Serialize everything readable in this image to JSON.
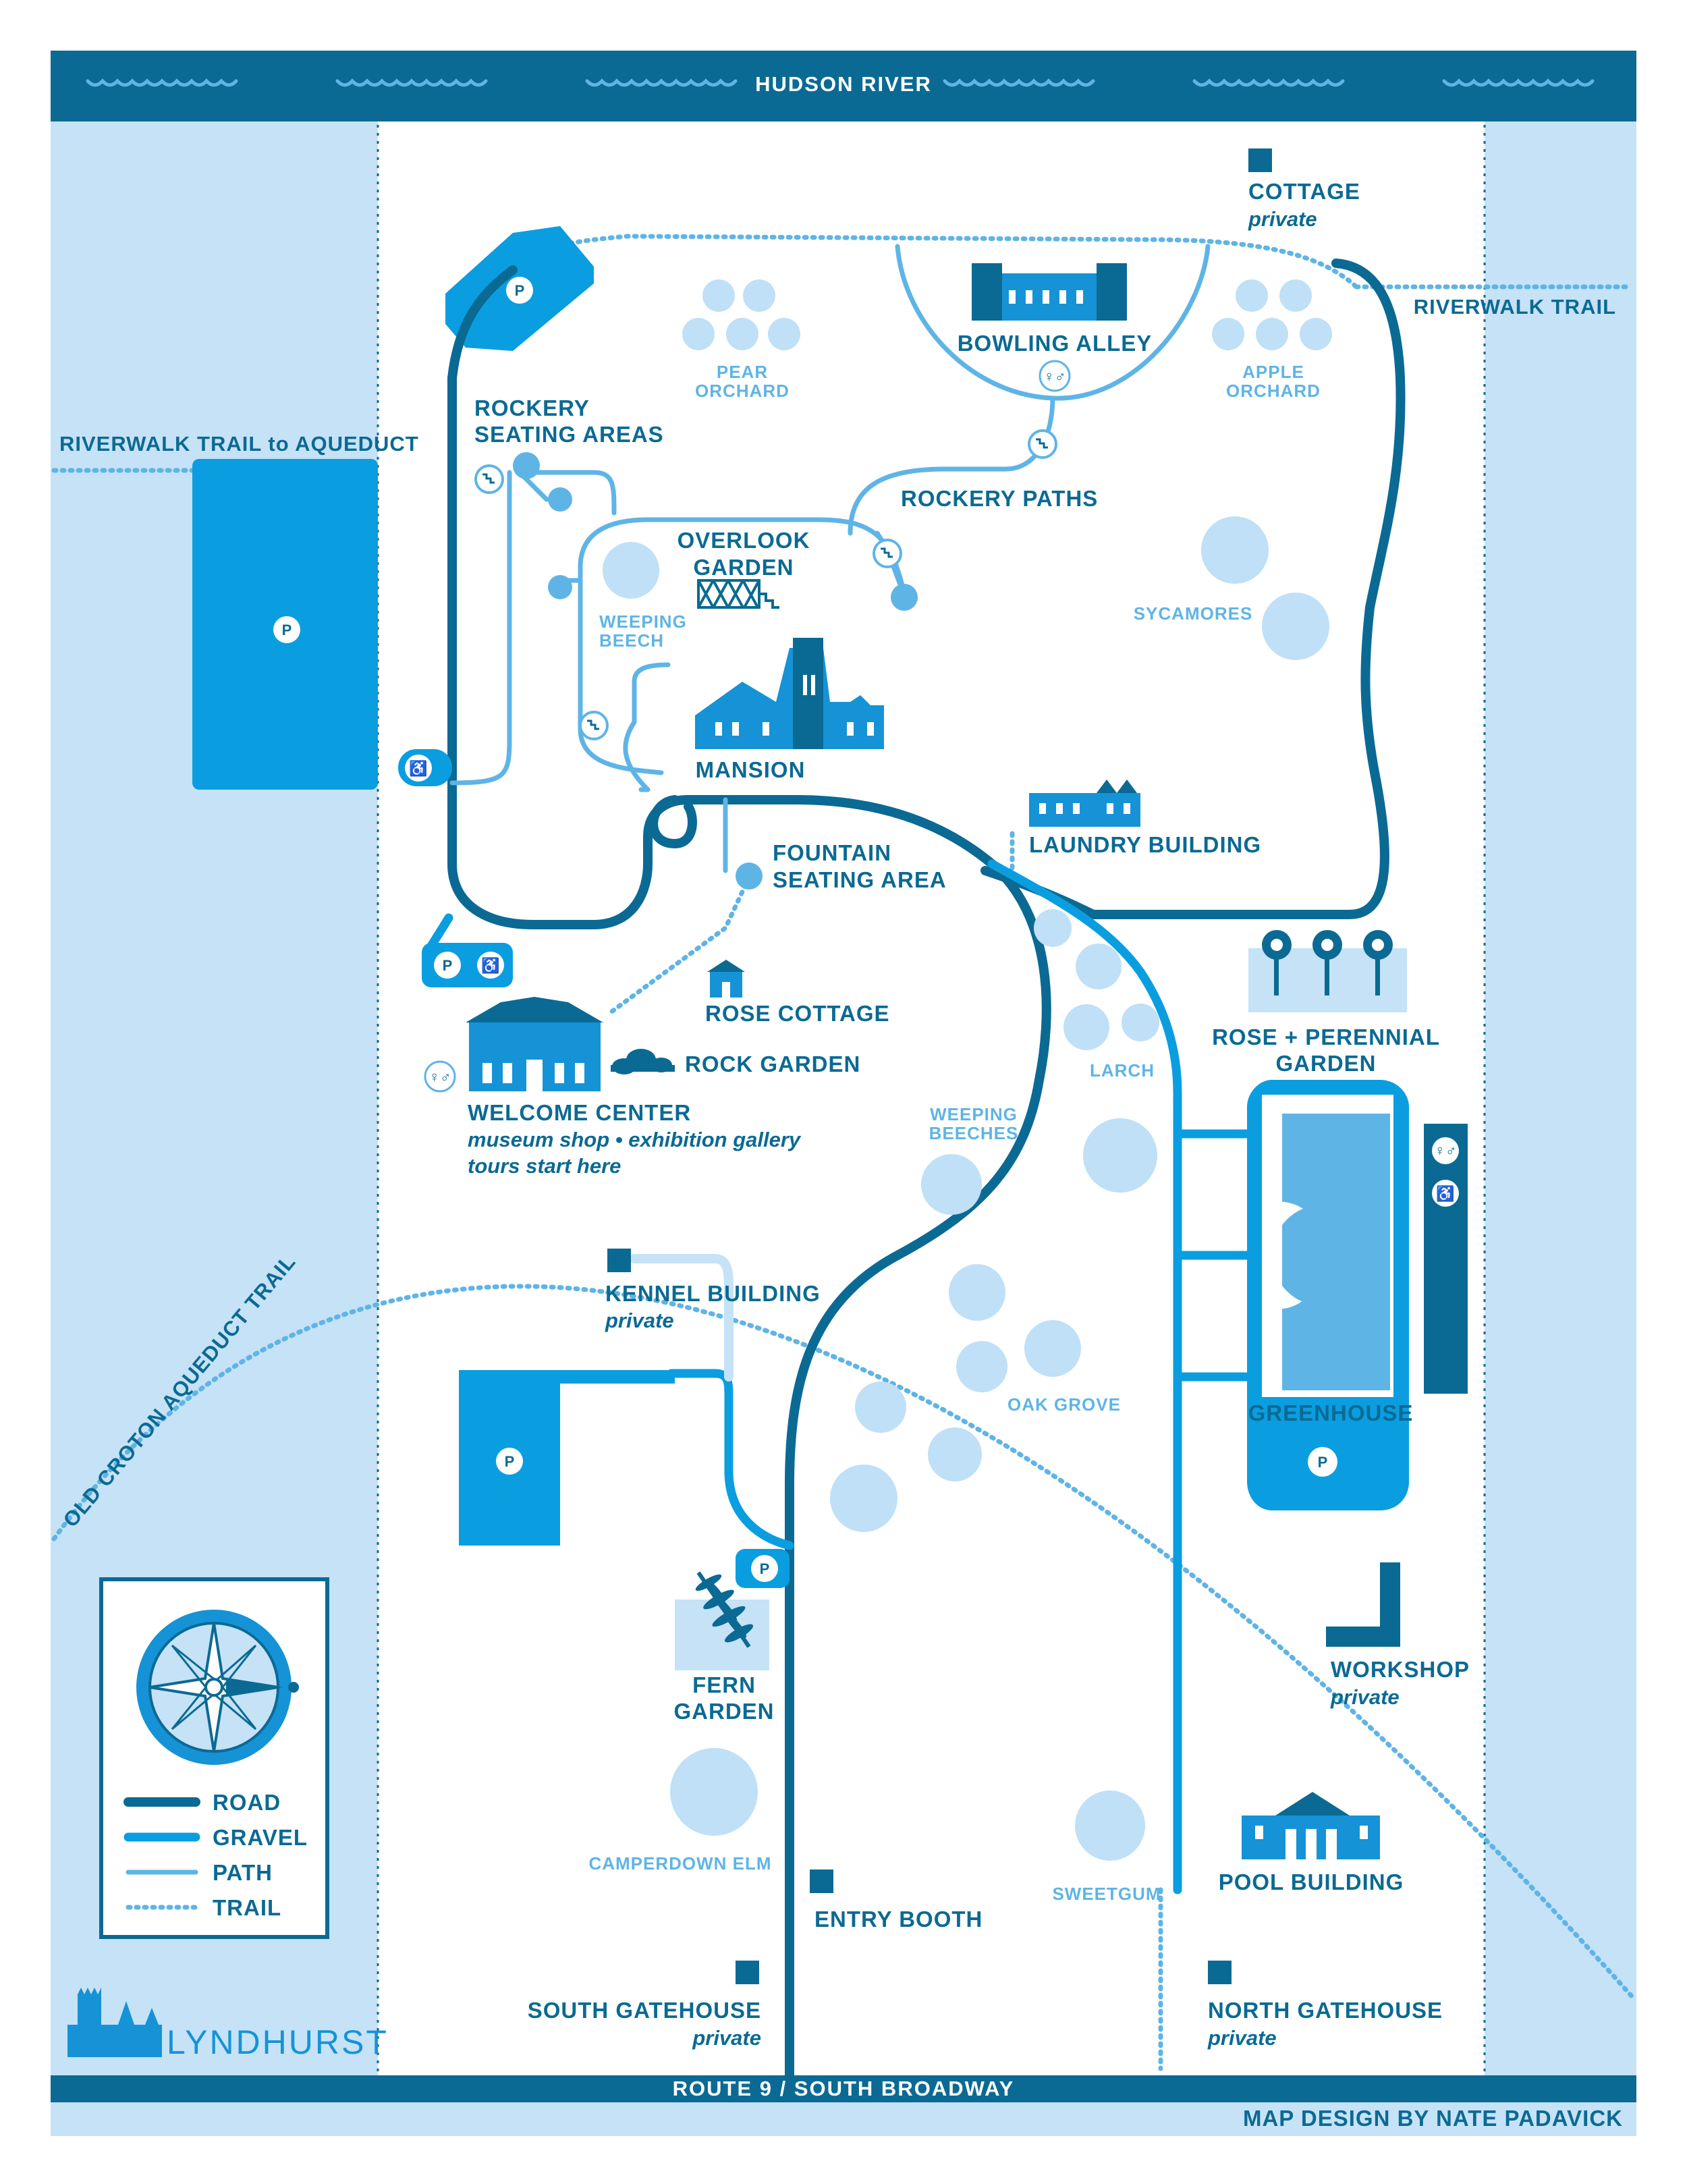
{
  "title": "LYNDHURST",
  "top_banner": {
    "label": "HUDSON RIVER"
  },
  "bottom_banner": {
    "label": "ROUTE 9 / SOUTH BROADWAY"
  },
  "credit": "MAP DESIGN BY NATE PADAVICK",
  "colors": {
    "road": "#0b6a93",
    "gravel": "#0a9ee0",
    "path": "#5fb4e6",
    "land": "#c6e2f6",
    "trees": "#bfe0f6"
  },
  "legend": {
    "items": [
      {
        "label": "ROAD",
        "style": "road"
      },
      {
        "label": "GRAVEL",
        "style": "gravel"
      },
      {
        "label": "PATH",
        "style": "path"
      },
      {
        "label": "TRAIL",
        "style": "trail"
      }
    ],
    "compass_icon": "compass-rose-icon"
  },
  "trails": {
    "riverwalk_trail": "RIVERWALK TRAIL",
    "riverwalk_aqueduct": "RIVERWALK TRAIL to AQUEDUCT",
    "old_croton": "OLD CROTON AQUEDUCT TRAIL"
  },
  "places": {
    "cottage": {
      "name": "COTTAGE",
      "note": "private"
    },
    "bowling_alley": {
      "name": "BOWLING ALLEY"
    },
    "pear_orchard": {
      "line1": "PEAR",
      "line2": "ORCHARD"
    },
    "apple_orchard": {
      "line1": "APPLE",
      "line2": "ORCHARD"
    },
    "rockery_seating": {
      "line1": "ROCKERY",
      "line2": "SEATING AREAS"
    },
    "rockery_paths": {
      "name": "ROCKERY PATHS"
    },
    "overlook_garden": {
      "line1": "OVERLOOK",
      "line2": "GARDEN"
    },
    "weeping_beech": {
      "line1": "WEEPING",
      "line2": "BEECH"
    },
    "sycamores": {
      "name": "SYCAMORES"
    },
    "mansion": {
      "name": "MANSION"
    },
    "laundry_building": {
      "name": "LAUNDRY BUILDING"
    },
    "fountain_seating": {
      "line1": "FOUNTAIN",
      "line2": "SEATING AREA"
    },
    "rose_cottage": {
      "name": "ROSE COTTAGE"
    },
    "rock_garden": {
      "name": "ROCK GARDEN"
    },
    "welcome_center": {
      "name": "WELCOME CENTER",
      "line2": "museum shop • exhibition gallery",
      "line3": "tours start here"
    },
    "rose_perennial": {
      "line1": "ROSE + PERENNIAL",
      "line2": "GARDEN"
    },
    "larch": {
      "name": "LARCH"
    },
    "weeping_beeches": {
      "line1": "WEEPING",
      "line2": "BEECHES"
    },
    "greenhouse": {
      "name": "GREENHOUSE"
    },
    "kennel_building": {
      "name": "KENNEL BUILDING",
      "note": "private"
    },
    "oak_grove": {
      "name": "OAK GROVE"
    },
    "fern_garden": {
      "line1": "FERN",
      "line2": "GARDEN"
    },
    "workshop": {
      "name": "WORKSHOP",
      "note": "private"
    },
    "camperdown_elm": {
      "name": "CAMPERDOWN ELM"
    },
    "entry_booth": {
      "name": "ENTRY BOOTH"
    },
    "sweetgum": {
      "name": "SWEETGUM"
    },
    "pool_building": {
      "name": "POOL BUILDING"
    },
    "south_gatehouse": {
      "name": "SOUTH GATEHOUSE",
      "note": "private"
    },
    "north_gatehouse": {
      "name": "NORTH GATEHOUSE",
      "note": "private"
    }
  },
  "icons": {
    "parking": "P",
    "accessible": "♿",
    "restroom": "🚻"
  }
}
